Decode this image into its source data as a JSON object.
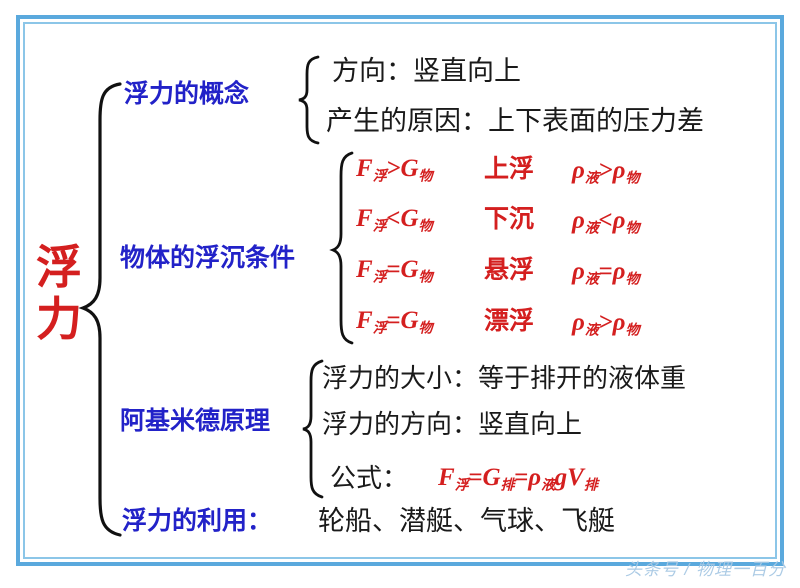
{
  "document": {
    "title": "浮力",
    "watermark": "头条号 / 物理一百分"
  },
  "colors": {
    "red": "#d41f1f",
    "blue": "#2222c8",
    "black": "#1a1a1a",
    "frame_outer": "#5aa9dd",
    "frame_inner": "#8cc6e8",
    "watermark": "#a8c9e4"
  },
  "branches": [
    {
      "label": "浮力的概念",
      "items": [
        {
          "text": "方向：竖直向上"
        },
        {
          "text": "产生的原因：上下表面的压力差"
        }
      ]
    },
    {
      "label": "物体的浮沉条件",
      "rows": [
        {
          "force": "F浮>G物",
          "force_left": "F",
          "force_left_sub": "浮",
          "relation": ">",
          "force_right": "G",
          "force_right_sub": "物",
          "state": "上浮",
          "density_left": "ρ",
          "density_left_sub": "液",
          "density_relation": ">",
          "density_right": "ρ",
          "density_right_sub": "物"
        },
        {
          "force": "F浮<G物",
          "force_left": "F",
          "force_left_sub": "浮",
          "relation": "<",
          "force_right": "G",
          "force_right_sub": "物",
          "state": "下沉",
          "density_left": "ρ",
          "density_left_sub": "液",
          "density_relation": "<",
          "density_right": "ρ",
          "density_right_sub": "物"
        },
        {
          "force": "F浮=G物",
          "force_left": "F",
          "force_left_sub": "浮",
          "relation": "=",
          "force_right": "G",
          "force_right_sub": "物",
          "state": "悬浮",
          "density_left": "ρ",
          "density_left_sub": "液",
          "density_relation": "=",
          "density_right": "ρ",
          "density_right_sub": "物"
        },
        {
          "force": "F浮=G物",
          "force_left": "F",
          "force_left_sub": "浮",
          "relation": "=",
          "force_right": "G",
          "force_right_sub": "物",
          "state": "漂浮",
          "density_left": "ρ",
          "density_left_sub": "液",
          "density_relation": ">",
          "density_right": "ρ",
          "density_right_sub": "物"
        }
      ]
    },
    {
      "label": "阿基米德原理",
      "items": [
        {
          "text": "浮力的大小：等于排开的液体重"
        },
        {
          "text": "浮力的方向：竖直向上"
        }
      ],
      "formula_label": "公式：",
      "formula": {
        "f": "F",
        "f_sub": "浮",
        "eq1": "=",
        "g": "G",
        "g_sub": "排",
        "eq2": "=",
        "rho": "ρ",
        "rho_sub": "液",
        "g_accel": "g",
        "v": "V",
        "v_sub": "排"
      }
    },
    {
      "label": "浮力的利用：",
      "content": "轮船、潜艇、气球、飞艇"
    }
  ]
}
